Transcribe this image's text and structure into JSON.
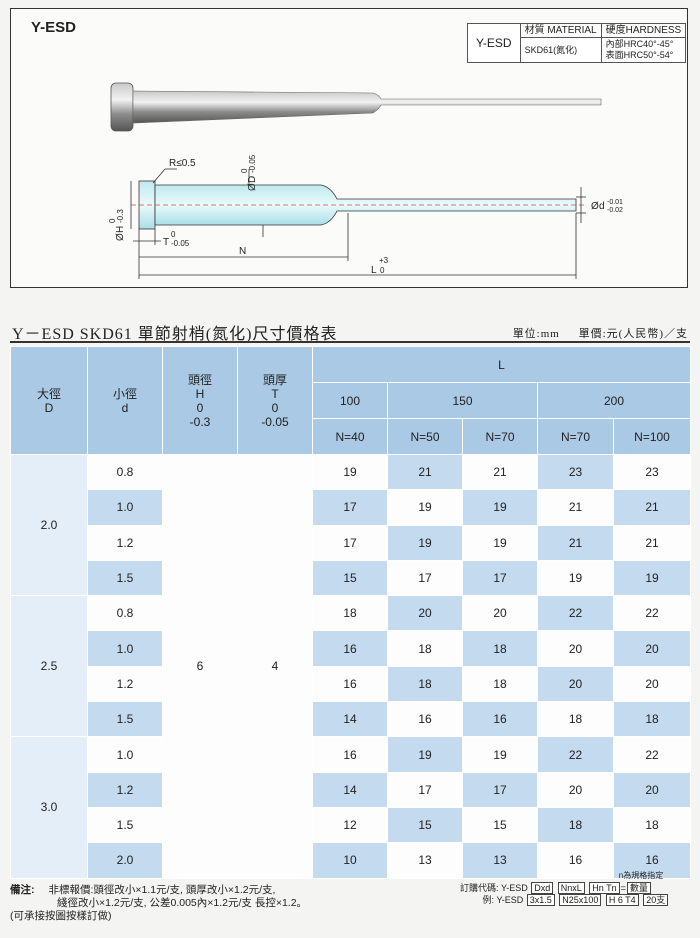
{
  "drawing": {
    "title": "Y-ESD",
    "material_table": {
      "name": "Y-ESD",
      "material_header": "材質 MATERIAL",
      "hardness_header": "硬度HARDNESS",
      "material_value": "SKD61(氮化)",
      "hardness_inner": "內部HRC40°-45°",
      "hardness_surface": "表面HRC50°-54°"
    },
    "dimensions": {
      "radius": "R≤0.5",
      "head_dia_label": "H",
      "head_dia_tol_top": "0",
      "head_dia_tol_bottom": "-0.3",
      "body_dia_label": "D",
      "body_dia_tol_top": "0",
      "body_dia_tol_bottom": "-0.05",
      "tip_dia_label": "d",
      "tip_dia_tol_top": "-0.01",
      "tip_dia_tol_bottom": "-0.02",
      "thickness_label": "T",
      "thickness_tol_top": "0",
      "thickness_tol_bottom": "-0.05",
      "n_label": "N",
      "l_label": "L",
      "l_tol_top": "+3",
      "l_tol_bottom": "0",
      "dia_symbol": "Ø"
    }
  },
  "section": {
    "title": "Y－ESD  SKD61  單節射梢(氮化)尺寸價格表",
    "unit": "單位:mm",
    "price_unit": "單價:元(人民幣)／支"
  },
  "table": {
    "headers": {
      "D": [
        "大徑",
        "D"
      ],
      "d": [
        "小徑",
        "d"
      ],
      "H": [
        "頭徑",
        "H",
        "0",
        "-0.3"
      ],
      "T": [
        "頭厚",
        "T",
        "0",
        "-0.05"
      ],
      "L": "L",
      "lengths": [
        "100",
        "150",
        "200"
      ],
      "n_values": [
        "N=40",
        "N=50",
        "N=70",
        "N=70",
        "N=100"
      ]
    },
    "H_value": "6",
    "T_value": "4",
    "groups": [
      {
        "D": "2.0",
        "rows": [
          {
            "d": "0.8",
            "prices": [
              "19",
              "21",
              "21",
              "23",
              "23"
            ]
          },
          {
            "d": "1.0",
            "prices": [
              "17",
              "19",
              "19",
              "21",
              "21"
            ]
          },
          {
            "d": "1.2",
            "prices": [
              "17",
              "19",
              "19",
              "21",
              "21"
            ]
          },
          {
            "d": "1.5",
            "prices": [
              "15",
              "17",
              "17",
              "19",
              "19"
            ]
          }
        ]
      },
      {
        "D": "2.5",
        "rows": [
          {
            "d": "0.8",
            "prices": [
              "18",
              "20",
              "20",
              "22",
              "22"
            ]
          },
          {
            "d": "1.0",
            "prices": [
              "16",
              "18",
              "18",
              "20",
              "20"
            ]
          },
          {
            "d": "1.2",
            "prices": [
              "16",
              "18",
              "18",
              "20",
              "20"
            ]
          },
          {
            "d": "1.5",
            "prices": [
              "14",
              "16",
              "16",
              "18",
              "18"
            ]
          }
        ]
      },
      {
        "D": "3.0",
        "rows": [
          {
            "d": "1.0",
            "prices": [
              "16",
              "19",
              "19",
              "22",
              "22"
            ]
          },
          {
            "d": "1.2",
            "prices": [
              "14",
              "17",
              "17",
              "20",
              "20"
            ]
          },
          {
            "d": "1.5",
            "prices": [
              "12",
              "15",
              "15",
              "18",
              "18"
            ]
          },
          {
            "d": "2.0",
            "prices": [
              "10",
              "13",
              "13",
              "16",
              "16"
            ]
          }
        ]
      }
    ]
  },
  "notes": {
    "label": "備注:",
    "line1": "非標報價:頭徑改小×1.1元/支, 頭厚改小×1.2元/支,",
    "line2": "綫徑改小×1.2元/支, 公差0.005內×1.2元/支 長控×1.2。",
    "line3": "(可承接按圖按樣訂做)"
  },
  "order_code": {
    "n_note": "n為規格指定",
    "label": "訂購代碼:",
    "code": "Y-ESD",
    "parts": [
      "Dxd",
      "NnxL",
      "Hn Tn",
      "數量"
    ],
    "eq": "=",
    "example_label": "例:",
    "example_code": "Y-ESD",
    "example_parts": [
      "3x1.5",
      "N25x100",
      "H 6 T4",
      "20支"
    ]
  }
}
